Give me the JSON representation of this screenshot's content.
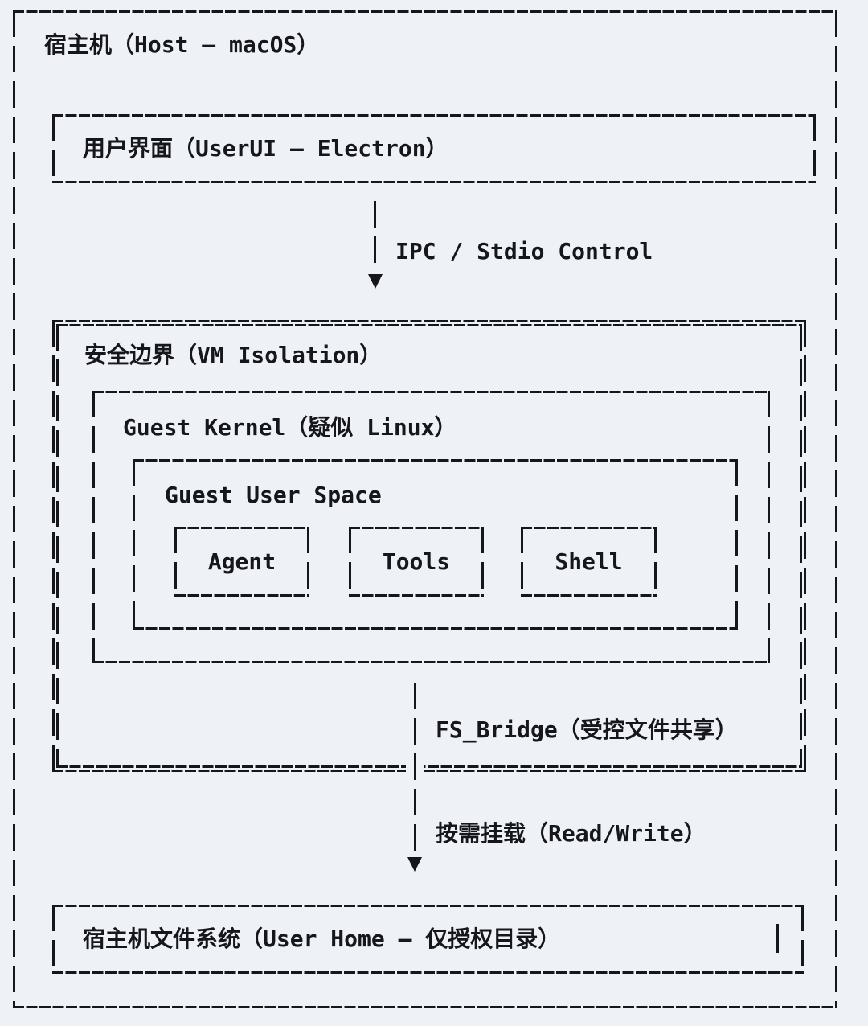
{
  "colors": {
    "background": "#eef1f6",
    "line": "#15171c"
  },
  "host": {
    "title": "宿主机（Host — macOS）"
  },
  "user_ui": {
    "title": "用户界面（UserUI — Electron）"
  },
  "ipc_link": {
    "label": "IPC / Stdio Control"
  },
  "vm_boundary": {
    "title": "安全边界（VM Isolation）"
  },
  "guest_kernel": {
    "title": "Guest Kernel（疑似 Linux）"
  },
  "guest_user_space": {
    "title": "Guest User Space",
    "processes": [
      {
        "label": "Agent"
      },
      {
        "label": "Tools"
      },
      {
        "label": "Shell"
      }
    ]
  },
  "fs_bridge": {
    "label": "FS_Bridge（受控文件共享）"
  },
  "mount_link": {
    "label": "按需挂载（Read/Write）"
  },
  "host_fs": {
    "title": "宿主机文件系统（User Home — 仅授权目录）"
  },
  "icons": {
    "arrow_down": "▼"
  }
}
